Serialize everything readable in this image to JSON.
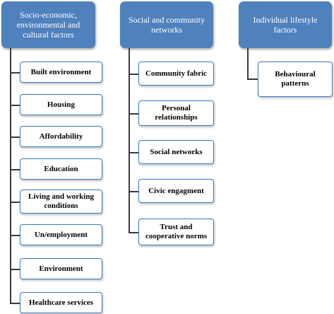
{
  "columns": [
    {
      "title": "Socio-economic, environmental and cultural factors",
      "items": [
        "Built environment",
        "Housing",
        "Affordability",
        "Education",
        "Living and working conditions",
        "Un/employment",
        "Environment",
        "Healthcare services"
      ]
    },
    {
      "title": "Social and community networks",
      "items": [
        "Community fabric",
        "Personal relationships",
        "Social networks",
        "Civic engagment",
        "Trust and cooperative norms"
      ]
    },
    {
      "title": "Individual lifestyle factors",
      "items": [
        "Behavioural patterns"
      ]
    }
  ],
  "colors": {
    "header_fill": "#4f81bd",
    "child_border": "#3a78c3",
    "connector": "#3a3a3a"
  }
}
